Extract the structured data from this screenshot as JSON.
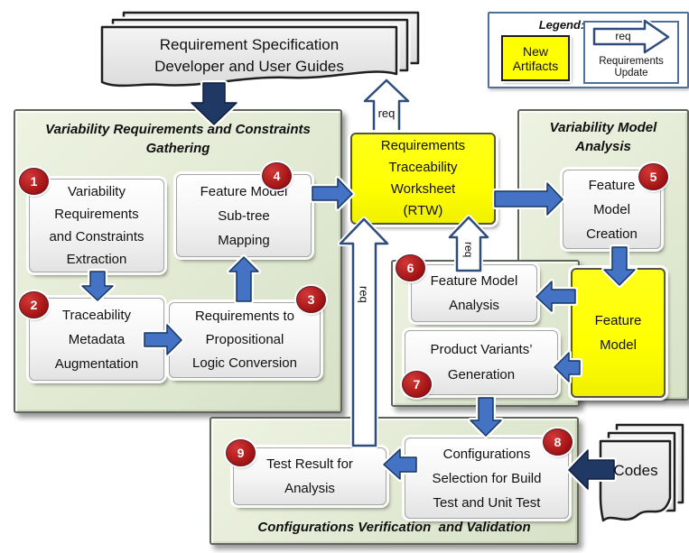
{
  "documents": {
    "label": "Requirement Specification\nDeveloper and User Guides"
  },
  "legend": {
    "title": "Legend:",
    "new_artifacts_label": "New\nArtifacts",
    "req_arrow_label": "req",
    "req_arrow_caption": "Requirements\nUpdate"
  },
  "panels": {
    "gathering": {
      "title": "Variability Requirements and Constraints\nGathering"
    },
    "model_analysis": {
      "title": "Variability Model\nAnalysis"
    },
    "verification": {
      "title": "Configurations Verification  and Validation"
    }
  },
  "steps": {
    "s1": {
      "num": "1",
      "label": "Variability\nRequirements\nand Constraints\nExtraction"
    },
    "s2": {
      "num": "2",
      "label": "Traceability\nMetadata\nAugmentation"
    },
    "s3": {
      "num": "3",
      "label": "Requirements to\nPropositional\nLogic Conversion"
    },
    "s4": {
      "num": "4",
      "label": "Feature Model\nSub-tree\nMapping"
    },
    "s5": {
      "num": "5",
      "label": "Feature\nModel\nCreation"
    },
    "s6": {
      "num": "6",
      "label": "Feature Model\nAnalysis"
    },
    "s7": {
      "num": "7",
      "label": "Product Variants’\nGeneration"
    },
    "s8": {
      "num": "8",
      "label": "Configurations\nSelection for Build\nTest and Unit Test"
    },
    "s9": {
      "num": "9",
      "label": "Test Result for\nAnalysis"
    }
  },
  "artifacts": {
    "rtw": {
      "label": "Requirements\nTraceability\nWorksheet\n(RTW)"
    },
    "feature_model": {
      "label": "Feature\nModel"
    },
    "codes": {
      "label": "Codes"
    }
  },
  "req_update_labels": {
    "top": "req",
    "center": "req",
    "right": "req"
  },
  "colors": {
    "panel_green": "#e1e9d3",
    "new_artifact_yellow": "#ffff00",
    "step_badge_red": "#b01414",
    "arrow_blue": "#4472c4",
    "arrow_navy": "#1f3864",
    "legend_border_blue": "#4f6f9f"
  }
}
